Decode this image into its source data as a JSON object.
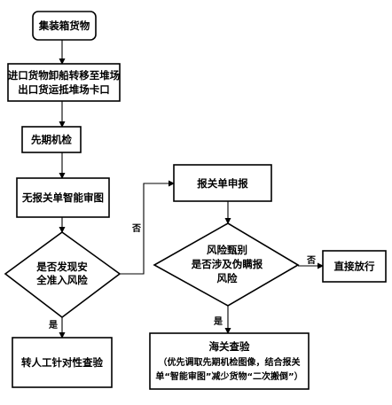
{
  "nodes": {
    "start": {
      "text": "集装箱货物"
    },
    "transfer": {
      "line1": "进口货物卸船转移至堆场",
      "line2": "出口货运抵堆场卡口"
    },
    "pre_inspection": {
      "text": "先期机检"
    },
    "smart_review": {
      "text": "无报关单智能审图"
    },
    "safety_risk_decision": {
      "line1": "是否发现安",
      "line2": "全准入风险"
    },
    "manual_inspection": {
      "text": "转人工针对性查验"
    },
    "declaration": {
      "text": "报关单申报"
    },
    "fraud_risk_decision": {
      "line1": "风险甄别",
      "line2": "是否涉及伪瞒报",
      "line3": "风险"
    },
    "release": {
      "text": "直接放行"
    },
    "customs_inspection": {
      "line1": "海关查验",
      "line2": "（优先调取先期机检图像，结合报关",
      "line3": "单“智能审图”减少货物“二次搬倒”）"
    }
  },
  "edge_labels": {
    "safety_yes": "是",
    "safety_no": "否",
    "fraud_no": "否",
    "fraud_yes": "是"
  }
}
